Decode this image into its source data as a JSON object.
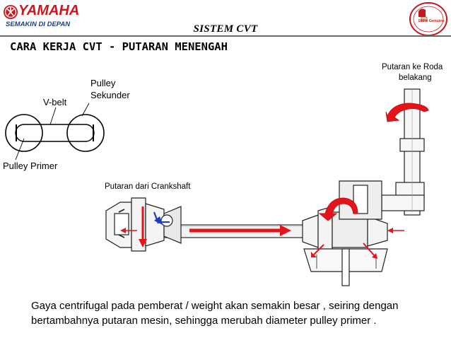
{
  "brand": {
    "name": "YAMAHA",
    "tagline": "SEMAKIN DI DEPAN",
    "badge_text": "100% Genuine"
  },
  "header": {
    "title": "SISTEM CVT",
    "subtitle": "CARA KERJA CVT - PUTARAN MENENGAH"
  },
  "labels": {
    "v_belt": "V-belt",
    "pulley_sekunder_line1": "Pulley",
    "pulley_sekunder_line2": "Sekunder",
    "pulley_primer": "Pulley Primer",
    "putaran_crankshaft": "Putaran dari Crankshaft",
    "putaran_roda_line1": "Putaran ke Roda",
    "putaran_roda_line2": "belakang"
  },
  "caption": {
    "line1": "Gaya centrifugal pada pemberat / weight akan semakin besar , seiring dengan",
    "line2": "bertambahnya putaran mesin, sehingga merubah diameter pulley primer ."
  },
  "colors": {
    "brand_red": "#d3131b",
    "tagline_blue": "#1f3a93",
    "arrow_red": "#e3141a",
    "arrow_blue": "#1b3cc9"
  }
}
